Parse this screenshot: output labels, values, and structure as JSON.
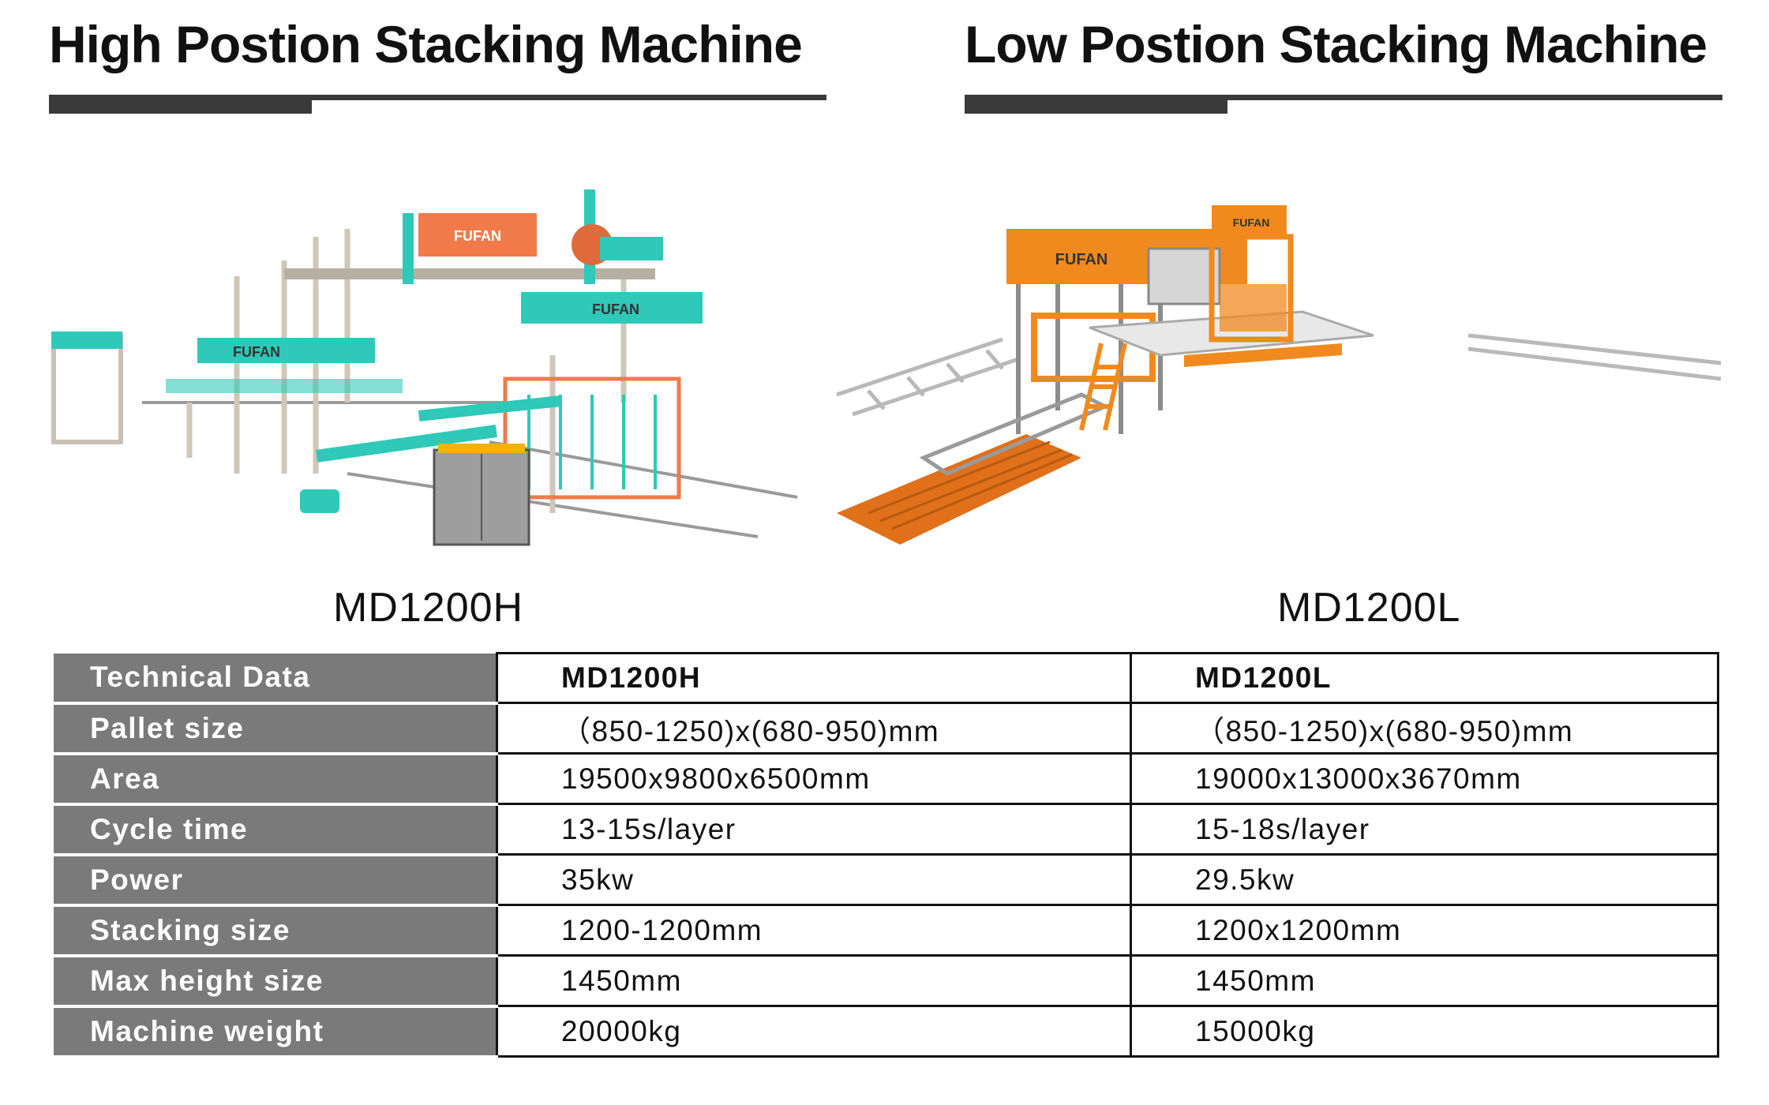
{
  "headings": {
    "left": "High Postion Stacking Machine",
    "right": "Low Postion Stacking Machine"
  },
  "brand": "FUFAN",
  "colors": {
    "high_machine_frame": "#2ec9b8",
    "low_machine_frame": "#f08a1e",
    "rule": "#3a3a3a",
    "table_label_bg": "#7a7a7a"
  },
  "models": {
    "left": "MD1200H",
    "right": "MD1200L"
  },
  "table": {
    "header": {
      "label": "Technical Data",
      "h": "MD1200H",
      "l": "MD1200L"
    },
    "rows": [
      {
        "label": "Pallet size",
        "h": "（850-1250)x(680-950)mm",
        "l": "（850-1250)x(680-950)mm"
      },
      {
        "label": "Area",
        "h": "19500x9800x6500mm",
        "l": "19000x13000x3670mm"
      },
      {
        "label": "Cycle time",
        "h": "13-15s/layer",
        "l": "15-18s/layer"
      },
      {
        "label": "Power",
        "h": "35kw",
        "l": "29.5kw"
      },
      {
        "label": "Stacking size",
        "h": "1200-1200mm",
        "l": "1200x1200mm"
      },
      {
        "label": "Max height size",
        "h": "1450mm",
        "l": "1450mm"
      },
      {
        "label": "Machine weight",
        "h": "20000kg",
        "l": "15000kg"
      }
    ]
  }
}
